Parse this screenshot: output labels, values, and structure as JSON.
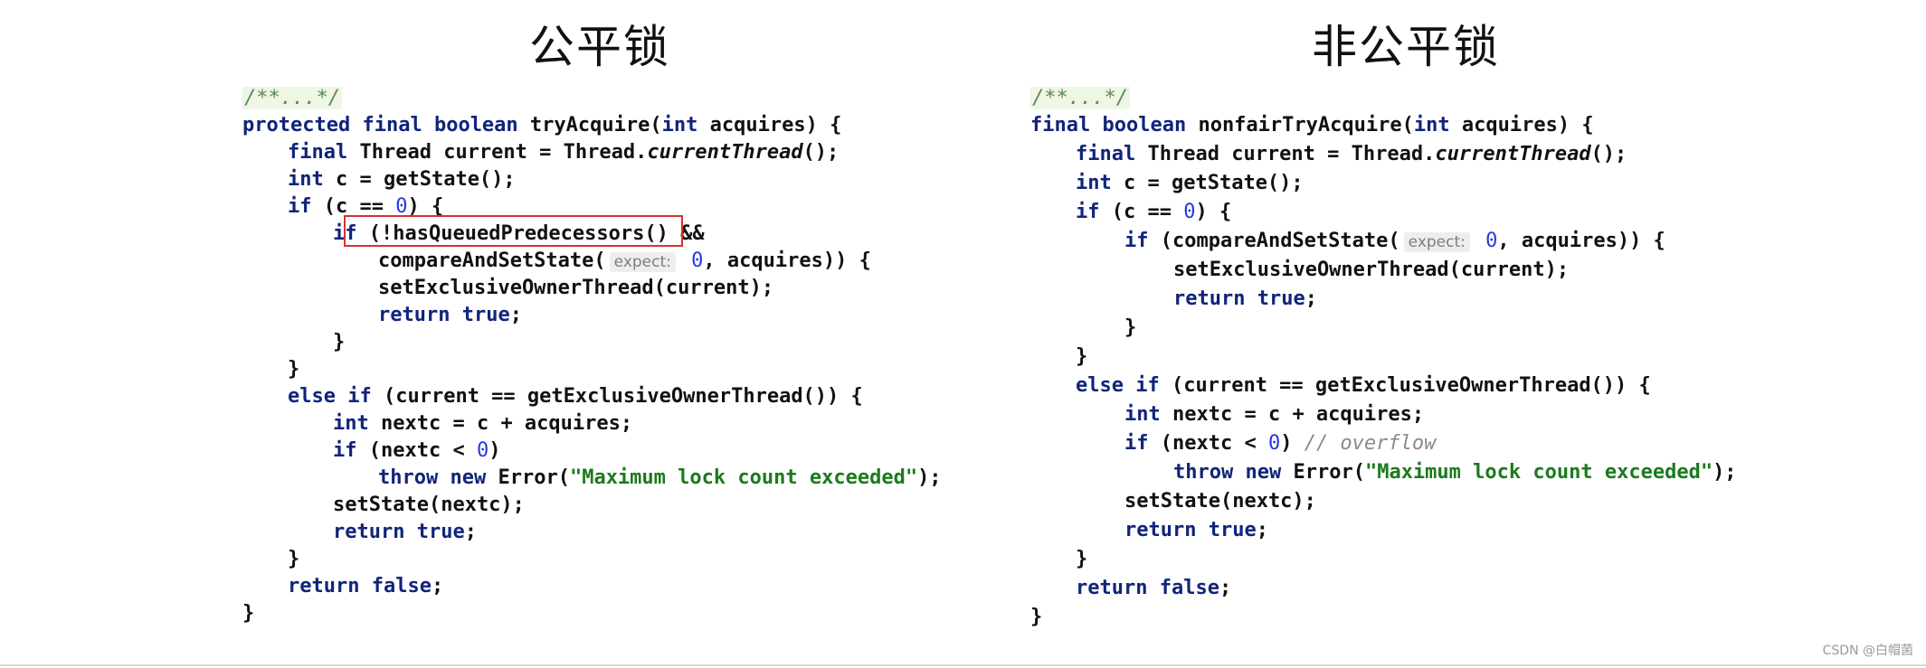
{
  "titles": {
    "left": "公平锁",
    "right": "非公平锁"
  },
  "left": {
    "doc": "/**...*/",
    "protected": "protected",
    "final": "final",
    "boolean": "boolean",
    "method_sig": " tryAcquire(",
    "int": "int",
    "param": " acquires) {",
    "final2": "final",
    "thread_assign": " Thread current = Thread.",
    "currentThread": "currentThread",
    "call_end": "();",
    "int2": "int",
    "getstate": " c = getState();",
    "if1": "if",
    "if1_rest_a": " (c == ",
    "zero1": "0",
    "if1_rest_b": ") {",
    "if2": "if",
    "if2_rest": " (!hasQueuedPredecessors() &&",
    "cas": "compareAndSetState(",
    "expect_hint": "expect:",
    "zero2": " 0",
    "cas_rest": ", acquires)) {",
    "setowner": "setExclusiveOwnerThread(current);",
    "return1": "return",
    "true1": "true",
    "semi": ";",
    "brace_close": "}",
    "else": "else",
    "if3": "if",
    "else_rest": " (current == getExclusiveOwnerThread()) {",
    "int3": "int",
    "nextc": " nextc = c + acquires;",
    "if4": "if",
    "if4_rest_a": " (nextc < ",
    "zero3": "0",
    "if4_rest_b": ")",
    "throw": "throw",
    "new": "new",
    "error": " Error(",
    "error_msg": "\"Maximum lock count exceeded\"",
    "error_end": ");",
    "setstate": "setState(nextc);",
    "return2": "return",
    "true2": "true",
    "return3": "return",
    "false": "false"
  },
  "right": {
    "doc": "/**...*/",
    "final": "final",
    "boolean": "boolean",
    "method_sig": " nonfairTryAcquire(",
    "int": "int",
    "param": " acquires) {",
    "final2": "final",
    "thread_assign": " Thread current = Thread.",
    "currentThread": "currentThread",
    "call_end": "();",
    "int2": "int",
    "getstate": " c = getState();",
    "if1": "if",
    "if1_rest_a": " (c == ",
    "zero1": "0",
    "if1_rest_b": ") {",
    "if2": "if",
    "cas": " (compareAndSetState(",
    "expect_hint": "expect:",
    "zero2": " 0",
    "cas_rest": ", acquires)) {",
    "setowner": "setExclusiveOwnerThread(current);",
    "return1": "return",
    "true1": "true",
    "semi": ";",
    "brace_close": "}",
    "else": "else",
    "if3": "if",
    "else_rest": " (current == getExclusiveOwnerThread()) {",
    "int3": "int",
    "nextc": " nextc = c + acquires;",
    "if4": "if",
    "if4_rest_a": " (nextc < ",
    "zero3": "0",
    "if4_rest_b": ")",
    "overflow_comment": " // overflow",
    "throw": "throw",
    "new": "new",
    "error": " Error(",
    "error_msg": "\"Maximum lock count exceeded\"",
    "error_end": ");",
    "setstate": "setState(nextc);",
    "return2": "return",
    "true2": "true",
    "return3": "return",
    "false": "false"
  },
  "watermark": "CSDN @白帽菌",
  "colors": {
    "keyword": "#10247a",
    "number": "#2438e8",
    "string": "#1c7a1c",
    "highlight_box": "#d83030"
  }
}
